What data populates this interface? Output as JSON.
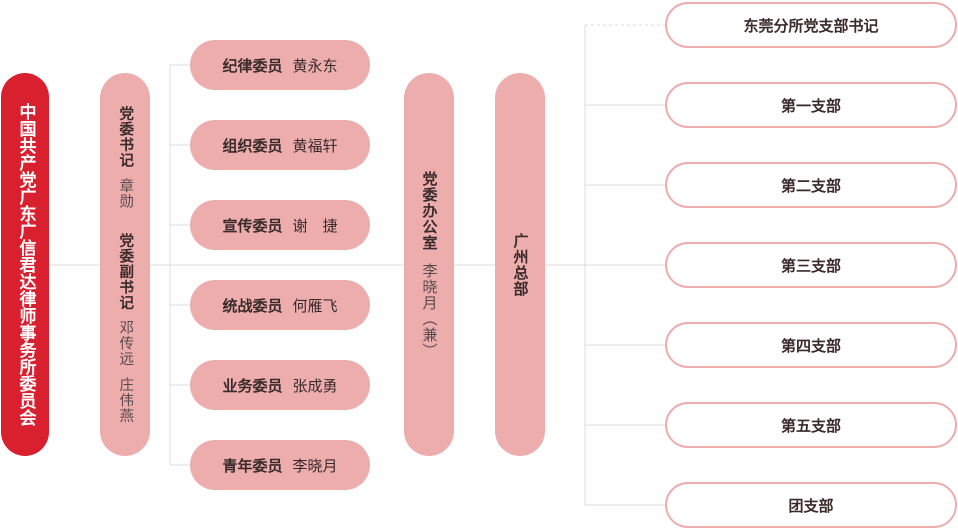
{
  "root": {
    "label": "中国共产党广东广信君达律师事务所委员会"
  },
  "secretary": {
    "title": "党委书记",
    "name": "章勋",
    "deputy_title": "党委副书记",
    "deputy_names": [
      "邓传远",
      "庄伟燕"
    ]
  },
  "members": [
    {
      "role": "纪律委员",
      "name": "黄永东"
    },
    {
      "role": "组织委员",
      "name": "黄福轩"
    },
    {
      "role": "宣传委员",
      "name": "谢　捷"
    },
    {
      "role": "统战委员",
      "name": "何雁飞"
    },
    {
      "role": "业务委员",
      "name": "张成勇"
    },
    {
      "role": "青年委员",
      "name": "李晓月"
    }
  ],
  "office": {
    "title": "党委办公室",
    "name": "李晓月（兼）"
  },
  "hq": {
    "label": "广州总部"
  },
  "branches": [
    {
      "label": "东莞分所党支部书记"
    },
    {
      "label": "第一支部"
    },
    {
      "label": "第二支部"
    },
    {
      "label": "第三支部"
    },
    {
      "label": "第四支部"
    },
    {
      "label": "第五支部"
    },
    {
      "label": "团支部"
    }
  ],
  "colors": {
    "root_fill": "#d9202f",
    "pill_fill": "#edadad",
    "line": "#dcdcdc",
    "branch_border": "#edadad"
  }
}
